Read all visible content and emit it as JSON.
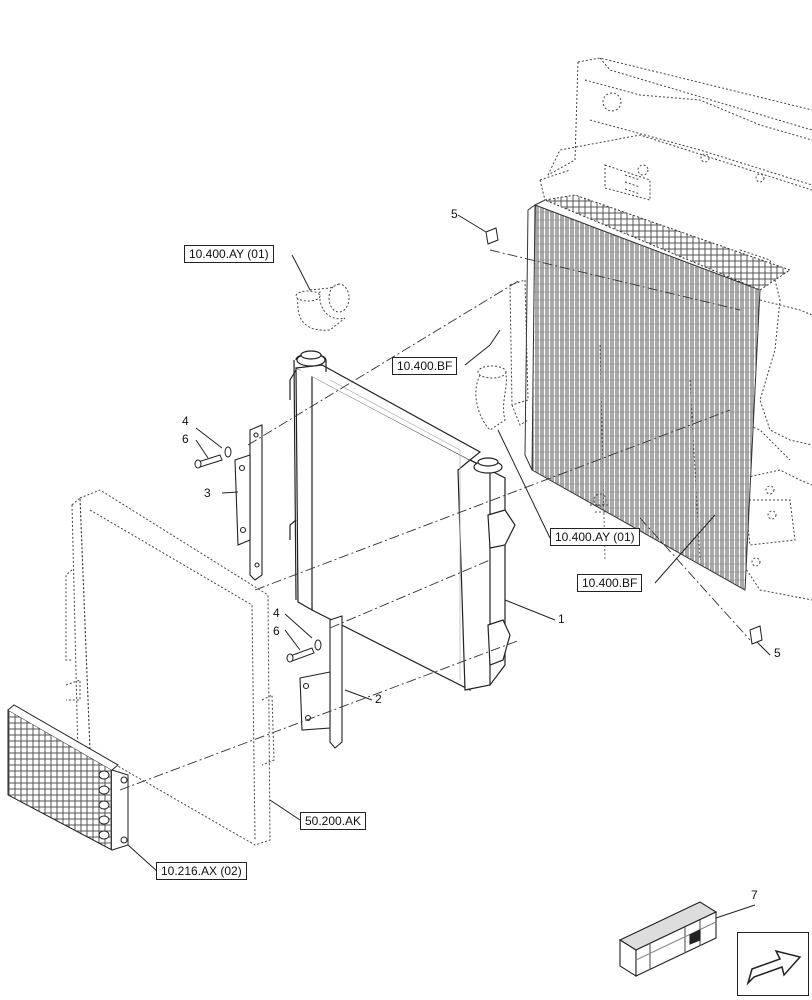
{
  "callouts": {
    "c1": "1",
    "c2": "2",
    "c3": "3",
    "c4a": "4",
    "c4b": "4",
    "c5a": "5",
    "c5b": "5",
    "c6a": "6",
    "c6b": "6",
    "c7": "7"
  },
  "references": {
    "r_ay01_top": "10.400.AY (01)",
    "r_bf_top": "10.400.BF",
    "r_ay01_mid": "10.400.AY (01)",
    "r_bf_bottom": "10.400.BF",
    "r_ak": "50.200.AK",
    "r_ax02": "10.216.AX (02)"
  },
  "icons": {
    "navigation": "next-page-arrow-icon",
    "kit": "kit-box-icon"
  },
  "colors": {
    "line": "#222222",
    "paper": "#ffffff"
  }
}
